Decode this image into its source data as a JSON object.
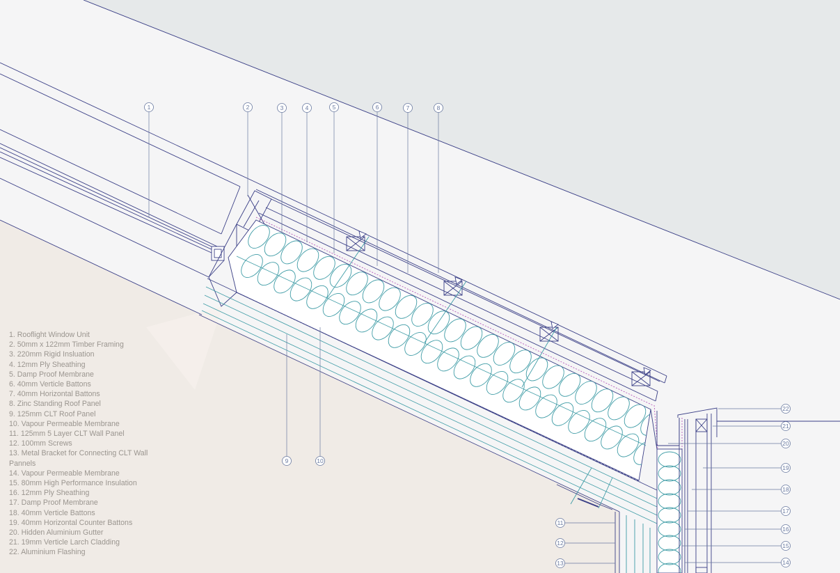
{
  "legend": [
    "1. Rooflight Window Unit",
    "2. 50mm x 122mm Timber Framing",
    "3. 220mm Rigid Insluation",
    "4. 12mm Ply Sheathing",
    "5. Damp Proof Membrane",
    "6. 40mm Verticle Battons",
    "7.  40mm Horizontal Battons",
    "8. Zinc Standing Roof Panel",
    "9. 125mm CLT Roof Panel",
    "10. Vapour Permeable Membrane",
    "11. 125mm 5 Layer CLT Wall Panel",
    "12. 100mm Screws",
    "13. Metal Bracket for Connecting CLT Wall Pannels",
    "14. Vapour Permeable Membrane",
    "15. 80mm High Performance Insulation",
    "16. 12mm Ply Sheathing",
    "17.  Damp Proof Membrane",
    "18. 40mm Verticle Battons",
    "19. 40mm Horizontal Counter Battons",
    "20. Hidden Aluminium Gutter",
    "21. 19mm Verticle Larch Cladding",
    "22. Aluminium Flashing"
  ],
  "callouts": [
    "1",
    "2",
    "3",
    "4",
    "5",
    "6",
    "7",
    "8",
    "9",
    "10",
    "11",
    "12",
    "13",
    "14",
    "15",
    "16",
    "17",
    "18",
    "19",
    "20",
    "21",
    "22"
  ],
  "colors": {
    "background": "#f5f5f6",
    "sky": "#e6e9ea",
    "interior": "#f0ebe6",
    "line": "#3a3f86",
    "insulation": "#3f9ca6",
    "membrane": "#b04ab5",
    "legend_text": "#9a958f"
  }
}
